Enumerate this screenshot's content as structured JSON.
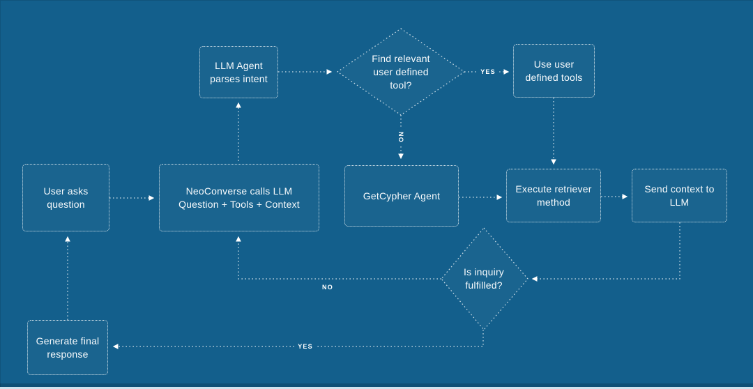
{
  "diagram": {
    "colors": {
      "background": "#135F8C",
      "line": "#FFFFFF",
      "text": "#F7FAFC"
    },
    "nodes": {
      "user_asks": {
        "label": "User asks\nquestion"
      },
      "neoconverse": {
        "label": "NeoConverse calls LLM\nQuestion + Tools + Context"
      },
      "llm_agent": {
        "label": "LLM Agent\nparses intent"
      },
      "find_tool": {
        "label": "Find relevant\nuser defined\ntool?"
      },
      "use_tools": {
        "label": "Use user\ndefined tools"
      },
      "getcypher": {
        "label": "GetCypher Agent"
      },
      "execute_retriever": {
        "label": "Execute retriever\nmethod"
      },
      "send_context": {
        "label": "Send context to\nLLM"
      },
      "inquiry_fulfilled": {
        "label": "Is inquiry\nfulfilled?"
      },
      "generate_final": {
        "label": "Generate final\nresponse"
      }
    },
    "edge_labels": {
      "yes_top": "YES",
      "no_top": "NO",
      "no_bottom": "NO",
      "yes_bottom": "YES"
    }
  }
}
